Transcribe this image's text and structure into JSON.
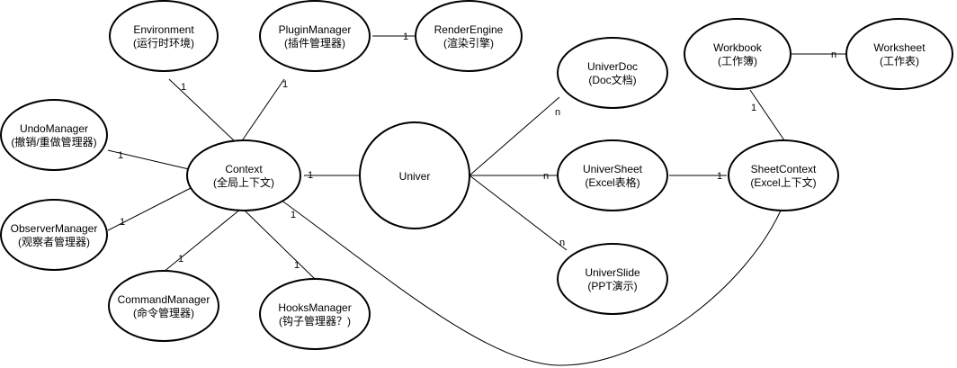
{
  "nodes": {
    "environment": {
      "name": "Environment",
      "desc": "(运行时环境)"
    },
    "plugin_manager": {
      "name": "PluginManager",
      "desc": "(插件管理器)"
    },
    "render_engine": {
      "name": "RenderEngine",
      "desc": "(渲染引擎)"
    },
    "undo_manager": {
      "name": "UndoManager",
      "desc": "(撤销/重做管理器)"
    },
    "context": {
      "name": "Context",
      "desc": "(全局上下文)"
    },
    "observer_manager": {
      "name": "ObserverManager",
      "desc": "(观察者管理器)"
    },
    "command_manager": {
      "name": "CommandManager",
      "desc": "(命令管理器)"
    },
    "hooks_manager": {
      "name": "HooksManager",
      "desc": "(钩子管理器？)"
    },
    "univer": {
      "name": "Univer"
    },
    "univer_doc": {
      "name": "UniverDoc",
      "desc": "(Doc文档)"
    },
    "univer_sheet": {
      "name": "UniverSheet",
      "desc": "(Excel表格)"
    },
    "univer_slide": {
      "name": "UniverSlide",
      "desc": "(PPT演示)"
    },
    "workbook": {
      "name": "Workbook",
      "desc": "(工作簿)"
    },
    "worksheet": {
      "name": "Worksheet",
      "desc": "(工作表)"
    },
    "sheet_context": {
      "name": "SheetContext",
      "desc": "(Excel上下文)"
    }
  },
  "edges": [
    {
      "id": "pluginmanager-renderengine",
      "from": "PluginManager",
      "to": "RenderEngine",
      "label": "1"
    },
    {
      "id": "context-environment",
      "from": "Context",
      "to": "Environment",
      "label": "1"
    },
    {
      "id": "context-pluginmanager",
      "from": "Context",
      "to": "PluginManager",
      "label": "1"
    },
    {
      "id": "context-undomanager",
      "from": "Context",
      "to": "UndoManager",
      "label": "1"
    },
    {
      "id": "context-observermanager",
      "from": "Context",
      "to": "ObserverManager",
      "label": "1"
    },
    {
      "id": "context-commandmanager",
      "from": "Context",
      "to": "CommandManager",
      "label": "1"
    },
    {
      "id": "context-hooksmanager",
      "from": "Context",
      "to": "HooksManager",
      "label": "1"
    },
    {
      "id": "univer-context",
      "from": "Univer",
      "to": "Context",
      "label": "1"
    },
    {
      "id": "univer-univerdoc",
      "from": "Univer",
      "to": "UniverDoc",
      "label": "n"
    },
    {
      "id": "univer-universheet",
      "from": "Univer",
      "to": "UniverSheet",
      "label": "n"
    },
    {
      "id": "univer-universlide",
      "from": "Univer",
      "to": "UniverSlide",
      "label": "n"
    },
    {
      "id": "universheet-sheetcontext",
      "from": "UniverSheet",
      "to": "SheetContext",
      "label": "1"
    },
    {
      "id": "sheetcontext-workbook",
      "from": "SheetContext",
      "to": "Workbook",
      "label": "1"
    },
    {
      "id": "workbook-worksheet",
      "from": "Workbook",
      "to": "Worksheet",
      "label": "n"
    },
    {
      "id": "sheetcontext-context",
      "from": "SheetContext",
      "to": "Context",
      "label": "1"
    }
  ]
}
